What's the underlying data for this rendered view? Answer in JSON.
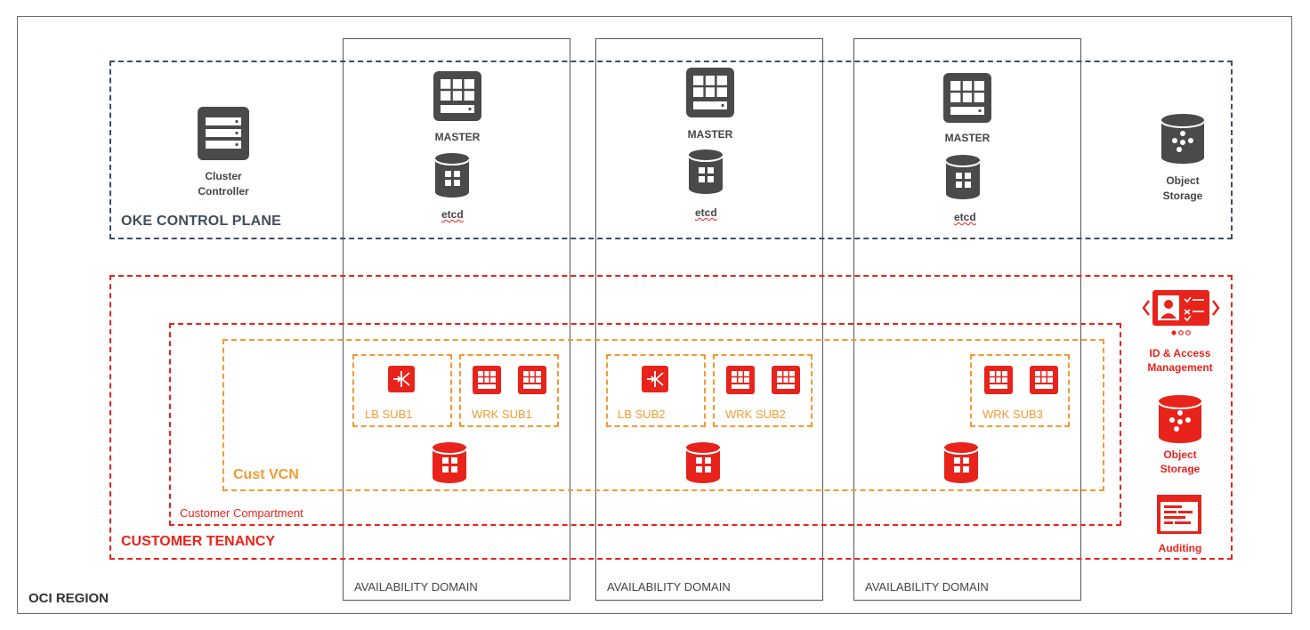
{
  "region": {
    "label": "OCI REGION"
  },
  "availability_domains": [
    {
      "label": "AVAILABILITY DOMAIN"
    },
    {
      "label": "AVAILABILITY DOMAIN"
    },
    {
      "label": "AVAILABILITY DOMAIN"
    }
  ],
  "control_plane": {
    "label": "OKE CONTROL PLANE",
    "cluster_controller": "Cluster\nController",
    "object_storage": "Object\nStorage",
    "masters": [
      {
        "master": "MASTER",
        "etcd": "etcd"
      },
      {
        "master": "MASTER",
        "etcd": "etcd"
      },
      {
        "master": "MASTER",
        "etcd": "etcd"
      }
    ],
    "color": "#3f4c5c"
  },
  "tenancy": {
    "label": "CUSTOMER TENANCY",
    "compartment_label": "Customer Compartment",
    "vcn_label": "Cust VCN",
    "subnets": [
      {
        "label": "LB SUB1"
      },
      {
        "label": "WRK SUB1"
      },
      {
        "label": "LB SUB2"
      },
      {
        "label": "WRK SUB2"
      },
      {
        "label": "WRK SUB3"
      }
    ],
    "services": {
      "iam": "ID & Access\nManagement",
      "object_storage": "Object\nStorage",
      "auditing": "Auditing"
    },
    "color": "#e8231b",
    "vcn_color": "#f39a32"
  },
  "icon_color_dark": "#4a4a4a"
}
